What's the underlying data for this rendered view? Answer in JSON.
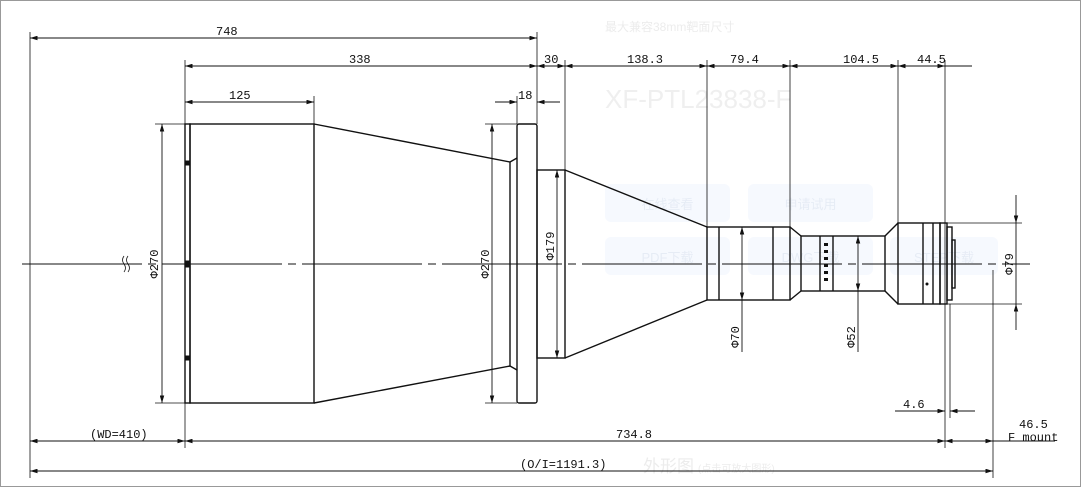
{
  "watermark": {
    "subtitle": "最大兼容38mm靶面尺寸",
    "model": "XF-PTL23838-F",
    "buttons": [
      "在线查看",
      "申请试用",
      "PDF下载",
      "DWG下载",
      "STEP下载"
    ],
    "caption": "外形图",
    "caption_hint": "(点击可放大图形)"
  },
  "dimensions": {
    "overall_length": "748",
    "front_section": "338",
    "front_cylinder": "125",
    "flange_width": "18",
    "step_30": "30",
    "cone_length": "138.3",
    "barrel_1": "79.4",
    "barrel_2": "104.5",
    "rear": "44.5",
    "dia_front": "Φ270",
    "dia_flange": "Φ270",
    "dia_179": "Φ179",
    "dia_70": "Φ70",
    "dia_52": "Φ52",
    "dia_79": "Φ79",
    "mount_offset": "4.6",
    "flange_back": "46.5",
    "mount_type": "F mount",
    "working_distance": "(WD=410)",
    "lens_length": "734.8",
    "object_image": "(O/I=1191.3)"
  },
  "colors": {
    "line": "#111111"
  }
}
